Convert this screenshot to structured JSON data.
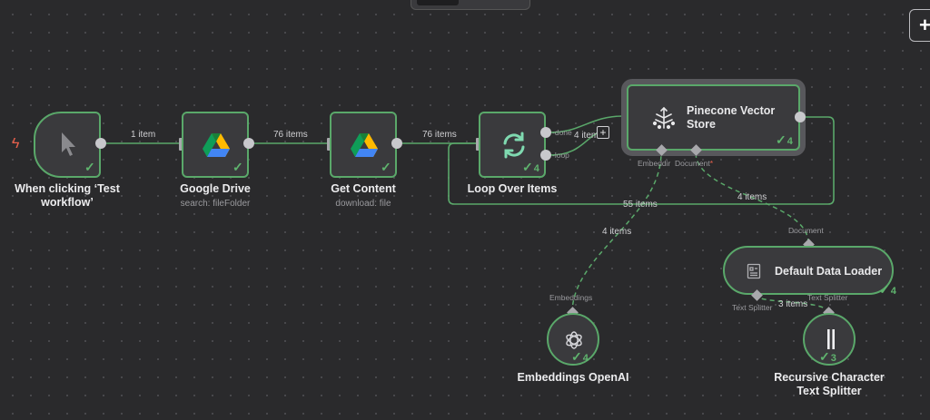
{
  "canvas": {
    "top_control_label": "",
    "add_button": "+"
  },
  "nodes": {
    "trigger": {
      "title": "When clicking ‘Test workflow’"
    },
    "gdrive": {
      "title": "Google Drive",
      "subtitle": "search: fileFolder"
    },
    "getcontent": {
      "title": "Get Content",
      "subtitle": "download: file"
    },
    "loop": {
      "title": "Loop Over Items",
      "count": "4",
      "port_done": "done",
      "port_loop": "loop"
    },
    "pinecone": {
      "title_line1": "Pinecone Vector",
      "title_line2": "Store",
      "count": "4",
      "port_embedding": "Embeddir",
      "port_document": "Document",
      "required_mark": "*"
    },
    "loader": {
      "title": "Default Data Loader",
      "count": "4",
      "port_document": "Document",
      "port_text_splitter": "Text Splitter"
    },
    "embeddings": {
      "title": "Embeddings OpenAI",
      "count": "4",
      "port_label": "Embeddings"
    },
    "splitter": {
      "title_line1": "Recursive Character",
      "title_line2": "Text Splitter",
      "count": "3",
      "port_label": "Text Splitter"
    }
  },
  "edges": {
    "e1": "1 item",
    "e2": "76 items",
    "e3": "76 items",
    "e_done": "4 item",
    "e_loop_back": "55 items",
    "e_doc": "4 items",
    "e_emb": "4 items",
    "e_split": "3 items"
  },
  "colors": {
    "accent_green": "#5aa86a",
    "canvas_bg": "#2a2a2c",
    "trigger_bolt": "#e8604c"
  },
  "icons": {
    "trigger": "cursor-pointer-icon",
    "gdrive": "google-drive-icon",
    "loop": "refresh-icon",
    "pinecone": "pinecone-icon",
    "loader": "document-icon",
    "embeddings": "openai-icon",
    "splitter": "text-splitter-icon"
  }
}
